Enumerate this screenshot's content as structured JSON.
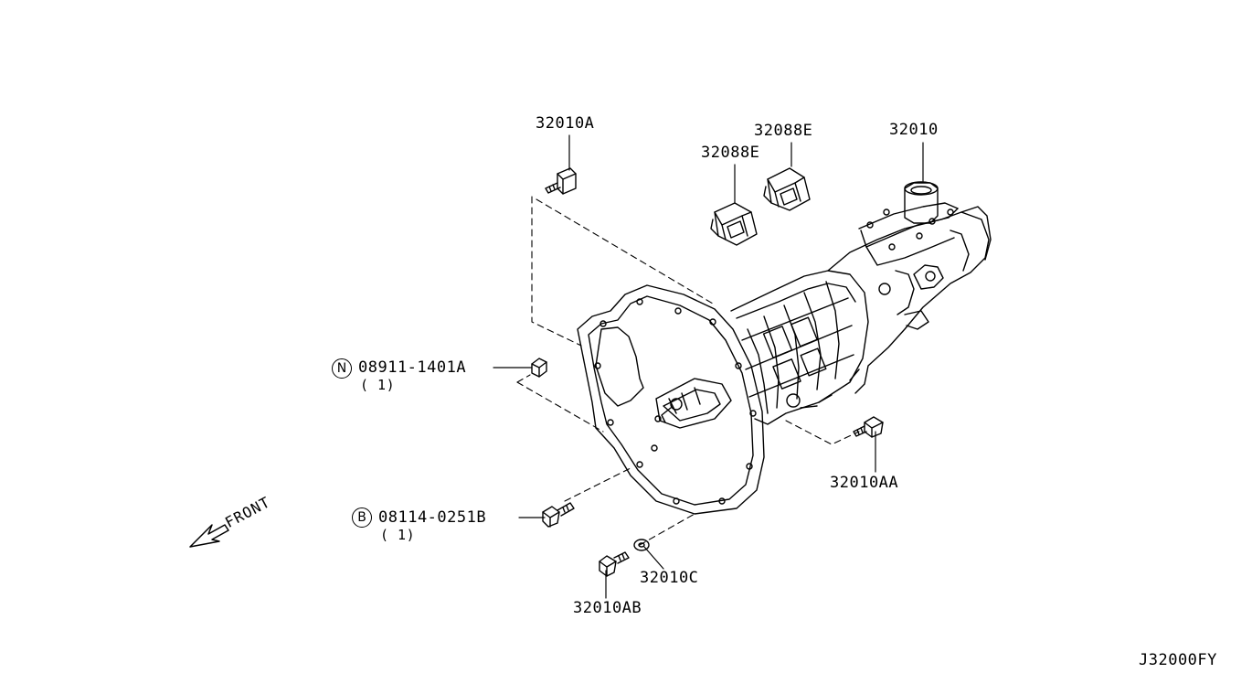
{
  "diagram": {
    "parts": [
      {
        "id": "p1",
        "label": "32010A"
      },
      {
        "id": "p2",
        "label": "32088E"
      },
      {
        "id": "p3",
        "label": "32088E"
      },
      {
        "id": "p4",
        "label": "32010"
      },
      {
        "id": "p5",
        "label": "08911-1401A",
        "prefix": "N",
        "qty": "( 1)"
      },
      {
        "id": "p6",
        "label": "32010AA"
      },
      {
        "id": "p7",
        "label": "08114-0251B",
        "prefix": "B",
        "qty": "( 1)"
      },
      {
        "id": "p8",
        "label": "32010C"
      },
      {
        "id": "p9",
        "label": "32010AB"
      }
    ],
    "direction_label": "FRONT",
    "diagram_code": "J32000FY"
  },
  "colors": {
    "line": "#000000",
    "background": "#ffffff"
  },
  "icons": [
    "front-arrow-icon",
    "bolt-icon",
    "washer-icon",
    "transmission-assembly-icon",
    "switch-icon"
  ]
}
